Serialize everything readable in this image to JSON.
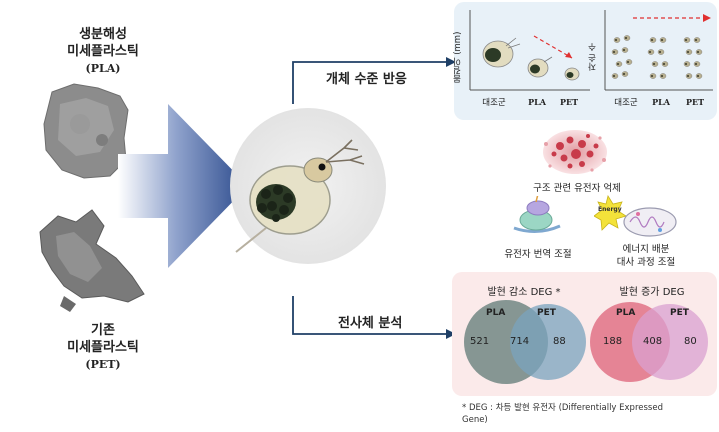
{
  "left": {
    "pla_label_line1": "생분해성",
    "pla_label_line2": "미세플라스틱",
    "pla_code": "(PLA)",
    "pet_label_line1": "기존",
    "pet_label_line2": "미세플라스틱",
    "pet_code": "(PET)"
  },
  "branches": {
    "individual": "개체 수준 반응",
    "transcriptome": "전사체 분석"
  },
  "body_length_chart": {
    "ylabel": "몸길이 (mm)",
    "categories": [
      "대조군",
      "PLA",
      "PET"
    ]
  },
  "offspring_chart": {
    "ylabel": "자손 수",
    "categories": [
      "대조군",
      "PLA",
      "PET"
    ]
  },
  "middle": {
    "structure": "구조 관련 유전자 억제",
    "translation": "유전자 번역 조절",
    "energy_line1": "에너지 배분",
    "energy_line2": "대사 과정 조절",
    "energy_icon_text": "Energy"
  },
  "venn_down": {
    "title": "발현 감소 DEG *",
    "left_label": "PLA",
    "right_label": "PET",
    "left_only": "521",
    "overlap": "714",
    "right_only": "88",
    "colors": {
      "left": "#5f7a76",
      "right": "#7aa3bd"
    }
  },
  "venn_up": {
    "title": "발현 증가 DEG",
    "left_label": "PLA",
    "right_label": "PET",
    "left_only": "188",
    "overlap": "408",
    "right_only": "80",
    "colors": {
      "left": "#e06a80",
      "right": "#d9a0d0"
    }
  },
  "footnote": {
    "line1": "* DEG : 차등 발현 유전자 (Differentially Expressed",
    "line2": "Gene)"
  },
  "colors": {
    "arrow": "#2b4a8c",
    "branch_line": "#1f3f66"
  }
}
